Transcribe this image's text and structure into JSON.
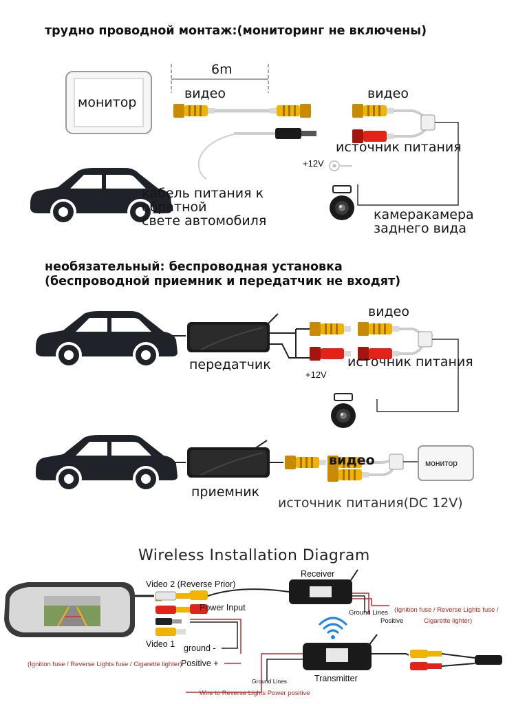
{
  "section1": {
    "title": "трудно проводной монтаж:(мониторинг не включены)",
    "distance": "6m",
    "monitor": "монитор",
    "video_left": "видео",
    "video_right": "видео",
    "power_source": "источник питания",
    "plus12v": "+12V",
    "car_cable_line1": "кабель питания к",
    "car_cable_line2": "обратной",
    "car_cable_line3": "свете автомобиля",
    "camera_line1": "камеракамера",
    "camera_line2": "заднего вида"
  },
  "section2": {
    "title_line1": "необязательный: беспроводная установка",
    "title_line2": "(беспроводной приемник и передатчик не входят)",
    "video": "видео",
    "transmitter": "передатчик",
    "plus12v": "+12V",
    "power_source": "источник питания",
    "video_rx": "видео",
    "monitor": "монитор",
    "receiver": "приемник",
    "power_source_dc": "источник питания(DC 12V)"
  },
  "section3": {
    "title": "Wireless Installation Diagram",
    "video2": "Video 2  (Reverse Prior)",
    "receiver": "Receiver",
    "power_input": "Power Input",
    "ground_lines_rx": "Ground Lines",
    "positive_rx": "Positive",
    "fuse_rx_line1": "(Ignition fuse / Reverse Lights fuse /",
    "fuse_rx_line2": "Cigarette lighter)",
    "video1": "Video 1",
    "ground": "ground -",
    "positive": "Positive +",
    "fuse_left": "(Ignition fuse / Reverse Lights fuse / Cigarette lighter)",
    "ground_lines_tx": "Ground Lines",
    "transmitter": "Transmitter",
    "wire_note": "Wire to Reverse Lights Power positive"
  },
  "colors": {
    "yellow_plug": "#f0b400",
    "red_plug": "#e2231a",
    "device_black": "#1a1a1a",
    "wire_red": "#c62828",
    "wifi_blue": "#1e88e5"
  }
}
